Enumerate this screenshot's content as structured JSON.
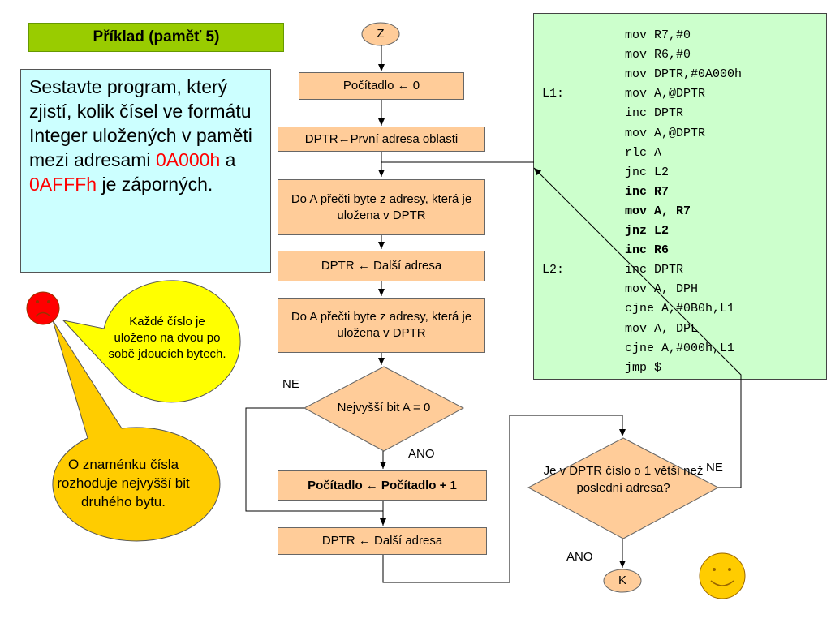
{
  "title": "Příklad (paměť 5)",
  "task": {
    "text_pre": "Sestavte program, který zjistí, kolik čísel ve formátu Integer uložených v paměti mezi adresami ",
    "addr1": "0A000h",
    "mid": " a ",
    "addr2": "0AFFFh",
    "text_post": " je záporných."
  },
  "bubbles": {
    "yellow": "Každé číslo je uloženo na dvou po sobě jdoucích bytech.",
    "orange": "O znaménku čísla rozhoduje nejvyšší bit druhého bytu."
  },
  "flow": {
    "start": "Z",
    "counter_zero": "Počítadlo ← 0",
    "dptr_first": "DPTR←První adresa oblasti",
    "read_byte_1": "Do A přečti byte z adresy, která je uložena v DPTR",
    "dptr_next_1": "DPTR ← Další adresa",
    "read_byte_2": "Do A přečti byte z adresy, která je uložena v DPTR",
    "decision_bit": "Nejvyšší bit A = 0",
    "label_ne_1": "NE",
    "label_ano_1": "ANO",
    "counter_inc": "Počítadlo ← Počítadlo + 1",
    "dptr_next_2": "DPTR ← Další adresa",
    "decision_dptr": "Je v DPTR číslo o 1 větší než poslední adresa?",
    "label_ne_2": "NE",
    "label_ano_2": "ANO",
    "end": "K"
  },
  "code": [
    {
      "label": "",
      "instr": "mov R7,#0",
      "bold": false
    },
    {
      "label": "",
      "instr": "mov R6,#0",
      "bold": false
    },
    {
      "label": "",
      "instr": "mov DPTR,#0A000h",
      "bold": false
    },
    {
      "label": "L1:",
      "instr": "mov A,@DPTR",
      "bold": false
    },
    {
      "label": "",
      "instr": "inc DPTR",
      "bold": false
    },
    {
      "label": "",
      "instr": "mov A,@DPTR",
      "bold": false
    },
    {
      "label": "",
      "instr": "rlc A",
      "bold": false
    },
    {
      "label": "",
      "instr": "jnc L2",
      "bold": false
    },
    {
      "label": "",
      "instr": "inc R7",
      "bold": true
    },
    {
      "label": "",
      "instr": "mov A, R7",
      "bold": true
    },
    {
      "label": "",
      "instr": "jnz L2",
      "bold": true
    },
    {
      "label": "",
      "instr": "inc R6",
      "bold": true
    },
    {
      "label": "L2:",
      "instr": "inc DPTR",
      "bold": false
    },
    {
      "label": "",
      "instr": "mov A, DPH",
      "bold": false
    },
    {
      "label": "",
      "instr": "cjne A,#0B0h,L1",
      "bold": false
    },
    {
      "label": "",
      "instr": "mov A, DPL",
      "bold": false
    },
    {
      "label": "",
      "instr": "cjne A,#000h,L1",
      "bold": false
    },
    {
      "label": "",
      "instr": "jmp $",
      "bold": false
    }
  ],
  "colors": {
    "title_bg": "#99cc00",
    "task_bg": "#ccffff",
    "process_bg": "#ffcc99",
    "code_bg": "#ccffcc",
    "yellow_bubble": "#ffff00",
    "orange_bubble": "#ffcc00",
    "sad_face": "#ff0000",
    "smile_face": "#ffcc00"
  },
  "icons": {
    "sad": "sad-face-icon",
    "smile": "smiley-face-icon"
  }
}
